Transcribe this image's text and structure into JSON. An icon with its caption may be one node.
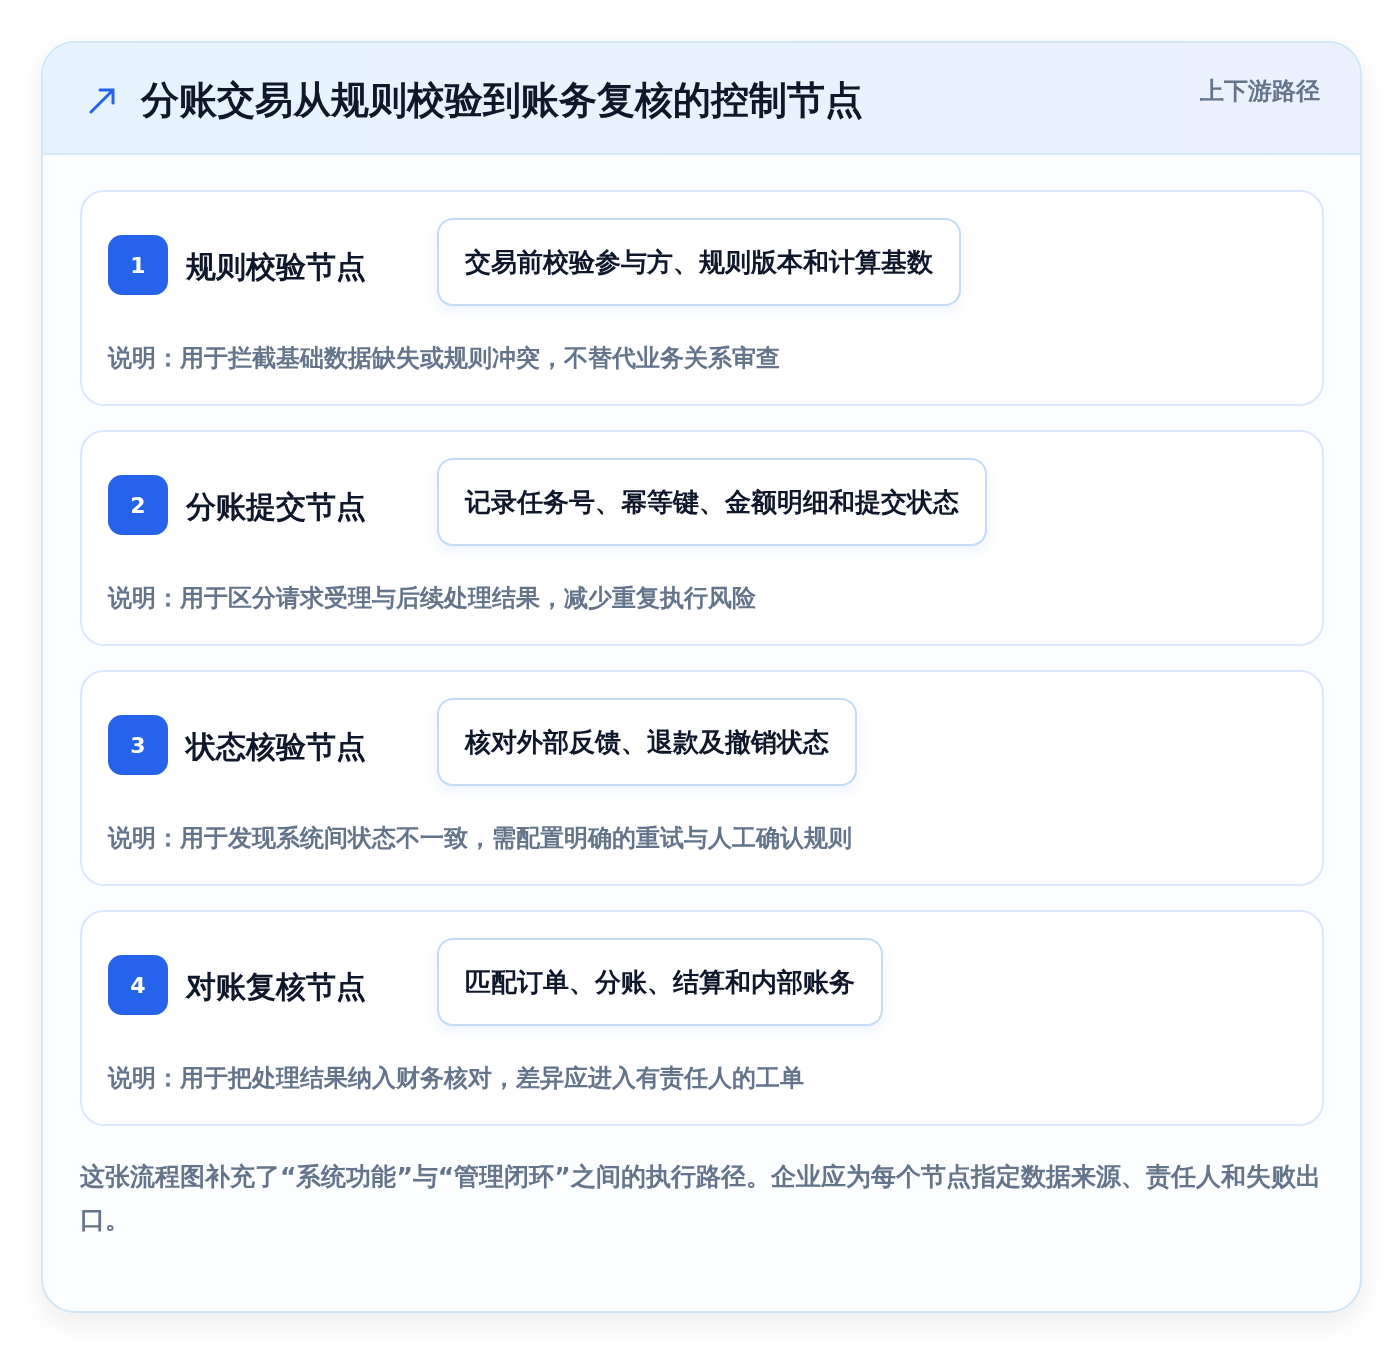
{
  "diagram": {
    "title": "分账交易从规则校验到账务复核的控制节点",
    "caption": "这张流程图补充了“系统功能”与“管理闭环”之间的执行路径。企业应为每个节点指定数据来源、责任人和失败出口。",
    "nodes": [
      {
        "text": [
          "1",
          "规则校验节点",
          "说明：用于拦截基础数据缺失或规则冲突，不替代业务关系审查"
        ]
      },
      {
        "text": [
          "交易前校验参与方、规则版本和计算基数"
        ],
        "in": 0
      },
      {
        "text": [
          "2",
          "分账提交节点",
          "说明：用于区分请求受理与后续处理结果，减少重复执行风险"
        ]
      },
      {
        "text": [
          "记录任务号、幂等键、金额明细和提交状态"
        ],
        "in": 2
      },
      {
        "text": [
          "3",
          "状态核验节点",
          "说明：用于发现系统间状态不一致，需配置明确的重试与人工确认规则"
        ]
      },
      {
        "text": [
          "核对外部反馈、退款及撤销状态"
        ],
        "in": 4
      },
      {
        "text": [
          "4",
          "对账复核节点",
          "说明：用于把处理结果纳入财务核对，差异应进入有责任人的工单"
        ]
      },
      {
        "text": [
          "匹配订单、分账、结算和内部账务"
        ],
        "in": 6
      }
    ],
    "edges": [],
    "labels": [
      "上下游路径"
    ]
  }
}
